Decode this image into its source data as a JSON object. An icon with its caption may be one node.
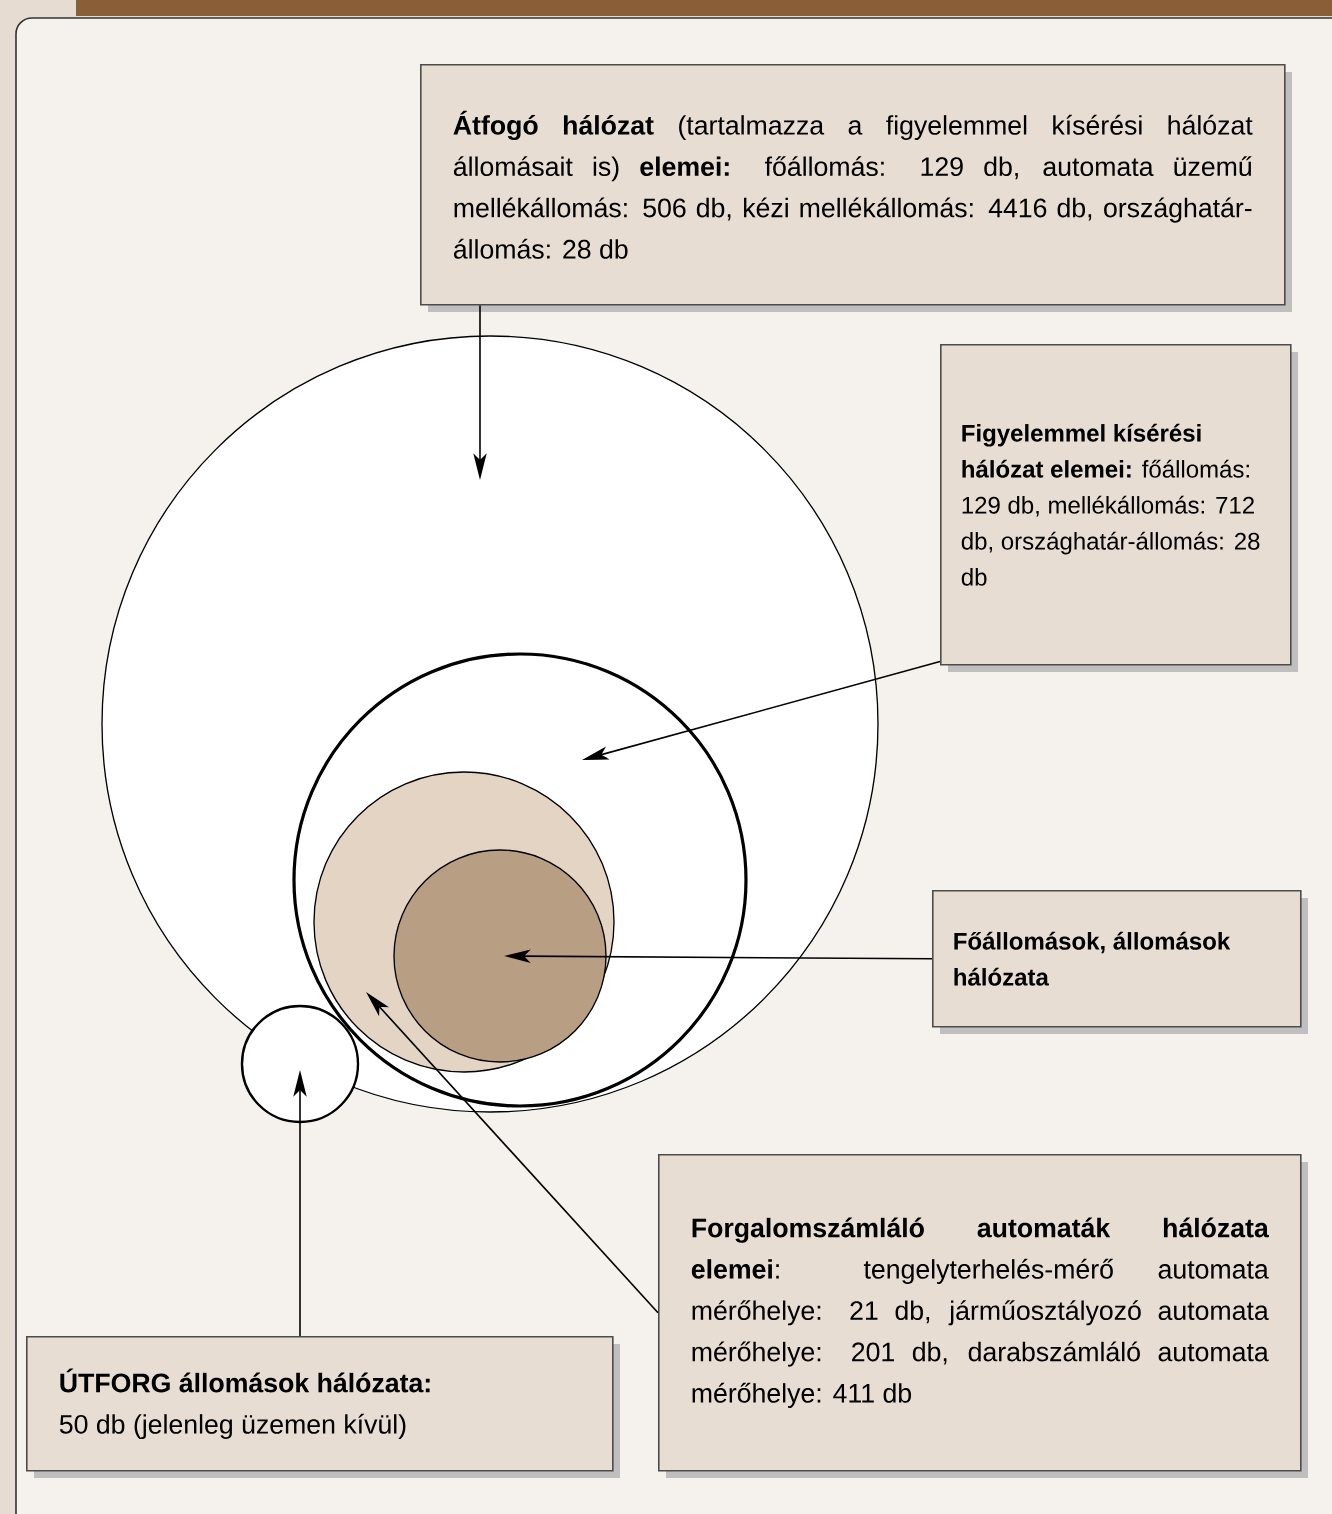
{
  "diagram": {
    "nodes": [
      {
        "text": [
          "**Átfogó hálózat** (tartalmazza a figyelemmel kísérési hálózat állomásait is) **elemei:** főállomás: 129 db, automata üzemű mellékállomás: 506 db, kézi mellékállomás: 4416 db, országhatár-állomás: 28 db"
        ]
      },
      {
        "text": [],
        "shape": "circle"
      },
      {
        "text": [
          "**Figyelemmel kísérési hálózat elemei:** főállomás: 129 db, mellékállomás: 712 db, országhatár-állomás: 28 db"
        ]
      },
      {
        "text": [],
        "shape": "circle",
        "in": 1
      },
      {
        "text": [],
        "shape": "circle",
        "in": 3
      },
      {
        "text": [],
        "shape": "circle",
        "in": 4
      },
      {
        "text": [
          "Főállomások, állomások hálózata"
        ]
      },
      {
        "text": [],
        "shape": "circle"
      },
      {
        "text": [
          "**Forgalomszámláló automaták hálózata elemei**: tengelyterhelés-mérő automata mérőhelye: 21 db, járműosztályozó automata mérőhelye: 201 db, darabszámláló automata mérőhelye: 411 db"
        ]
      },
      {
        "text": [
          "ÚTFORG állomások hálózata:",
          "50 db (jelenleg üzemen kívül)"
        ]
      }
    ],
    "edges": [
      {
        "from": 0,
        "to": 1,
        "arrow": "to"
      },
      {
        "from": 2,
        "to": 3,
        "arrow": "to"
      },
      {
        "from": 6,
        "to": 5,
        "arrow": "to"
      },
      {
        "from": 8,
        "to": 4,
        "arrow": "to"
      },
      {
        "from": 9,
        "to": 7,
        "arrow": "to"
      }
    ]
  }
}
